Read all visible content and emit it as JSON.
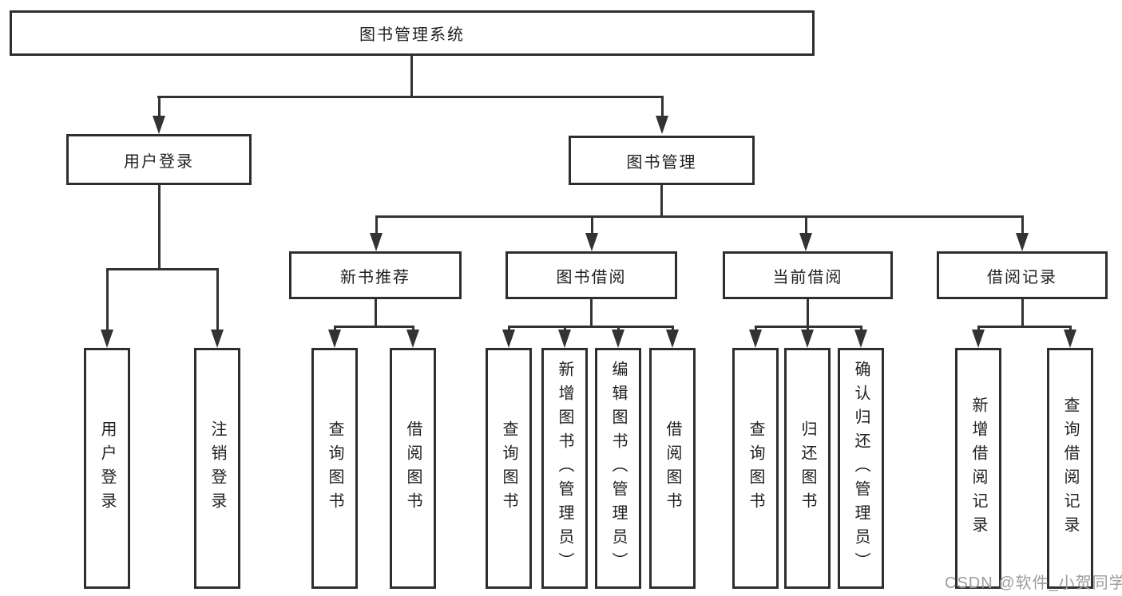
{
  "tree": {
    "root": {
      "label": "图书管理系统"
    },
    "user_login": {
      "label": "用户登录",
      "children": [
        {
          "label": "用户登录"
        },
        {
          "label": "注销登录"
        }
      ]
    },
    "book_management": {
      "label": "图书管理",
      "groups": [
        {
          "label": "新书推荐",
          "children": [
            {
              "label": "查询图书"
            },
            {
              "label": "借阅图书"
            }
          ]
        },
        {
          "label": "图书借阅",
          "children": [
            {
              "label": "查询图书"
            },
            {
              "label": "新增图书（管理员）"
            },
            {
              "label": "编辑图书（管理员）"
            },
            {
              "label": "借阅图书"
            }
          ]
        },
        {
          "label": "当前借阅",
          "children": [
            {
              "label": "查询图书"
            },
            {
              "label": "归还图书"
            },
            {
              "label": "确认归还（管理员）"
            }
          ]
        },
        {
          "label": "借阅记录",
          "children": [
            {
              "label": "新增借阅记录"
            },
            {
              "label": "查询借阅记录"
            }
          ]
        }
      ]
    }
  },
  "watermark": {
    "text": "CSDN @软件_小贺同学"
  },
  "colors": {
    "line": "#333333",
    "box_border": "#2e2e2e",
    "text": "#1f1f1f",
    "watermark": "#9c9c9c",
    "background": "#ffffff"
  }
}
